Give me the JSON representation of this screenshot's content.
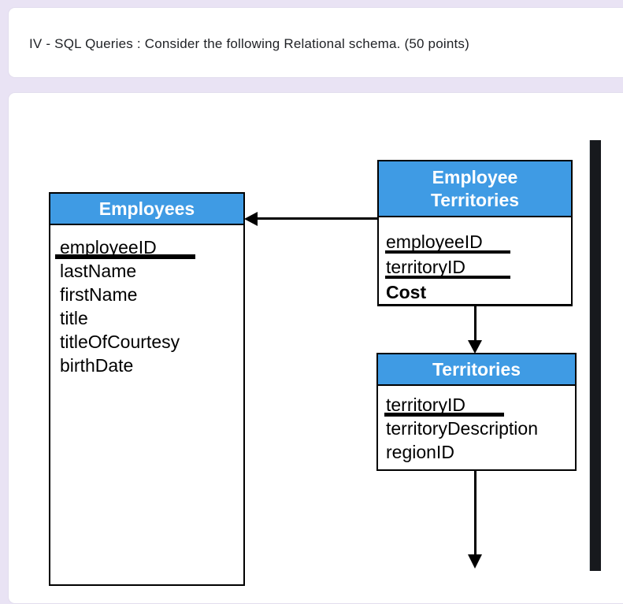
{
  "page": {
    "background_color": "#e9e3f4",
    "card_color": "#ffffff"
  },
  "question_card": {
    "title": "IV - SQL Queries : Consider the following Relational schema. (50 points)"
  },
  "diagram": {
    "header_color": "#3f9be4",
    "header_text_color": "#ffffff",
    "dark_edge_color": "#17191d",
    "tables": [
      {
        "name": "Employees",
        "title": "Employees",
        "fields": [
          {
            "label": "employeeID",
            "primary_key": true
          },
          {
            "label": "lastName",
            "primary_key": false
          },
          {
            "label": "firstName",
            "primary_key": false
          },
          {
            "label": "title",
            "primary_key": false
          },
          {
            "label": "titleOfCourtesy",
            "primary_key": false
          },
          {
            "label": "birthDate",
            "primary_key": false
          }
        ]
      },
      {
        "name": "Employee Territories",
        "title_line1": "Employee",
        "title_line2": "Territories",
        "fields": [
          {
            "label": "employeeID",
            "primary_key": true
          },
          {
            "label": "territoryID",
            "primary_key": true
          },
          {
            "label": "Cost",
            "primary_key": false,
            "bold": true
          }
        ]
      },
      {
        "name": "Territories",
        "title": "Territories",
        "fields": [
          {
            "label": "territoryID",
            "primary_key": true
          },
          {
            "label": "territoryDescription",
            "primary_key": false
          },
          {
            "label": "regionID",
            "primary_key": false
          }
        ]
      }
    ],
    "relationships": [
      {
        "from": "Employee Territories",
        "to": "Employees",
        "arrow": "left"
      },
      {
        "from": "Employee Territories",
        "to": "Territories",
        "arrow": "down"
      },
      {
        "from": "Territories",
        "to": "",
        "arrow": "down-offscreen"
      }
    ]
  }
}
